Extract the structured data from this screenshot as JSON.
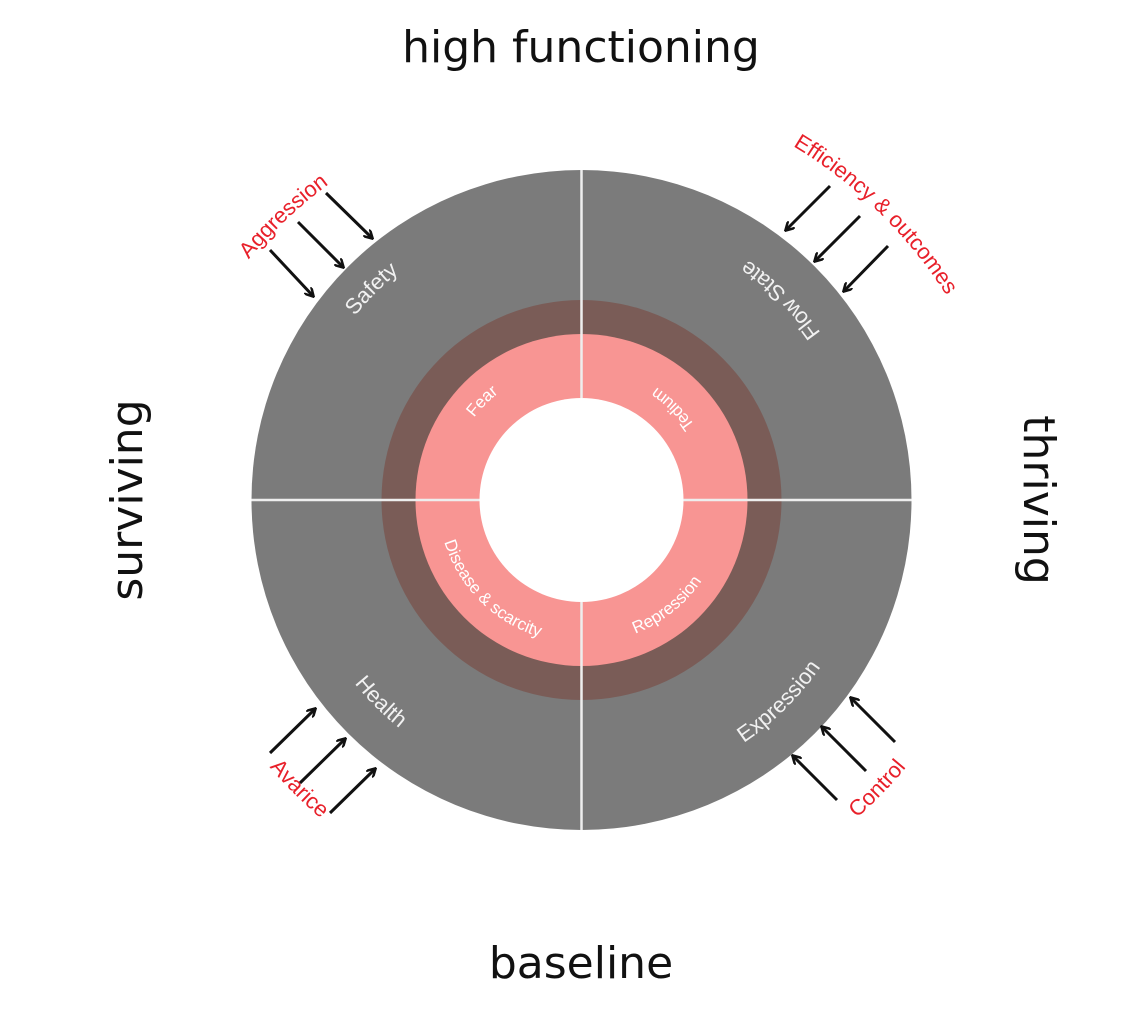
{
  "axes": {
    "top": "high functioning",
    "bottom": "baseline",
    "left": "surviving",
    "right": "thriving"
  },
  "quadrants": {
    "top_left": "Safety",
    "top_right": "Flow State",
    "bottom_left": "Health",
    "bottom_right": "Expression"
  },
  "inner_ring": {
    "top_left": "Fear",
    "top_right": "Tedium",
    "bottom_left": "Disease & scarcity",
    "bottom_right": "Repression"
  },
  "forces": {
    "top_left": "Aggression",
    "top_right": "Efficiency & outcomes",
    "bottom_left": "Avarice",
    "bottom_right": "Control"
  },
  "colors": {
    "outer_ring": "#7b7b7b",
    "middle_ring": "#7a5c57",
    "inner_ring": "#f89593",
    "divider": "#eeeeee",
    "axis_text": "#111111",
    "ring_text": "#ffffff",
    "force_text": "#e8202a",
    "arrow": "#111111"
  }
}
